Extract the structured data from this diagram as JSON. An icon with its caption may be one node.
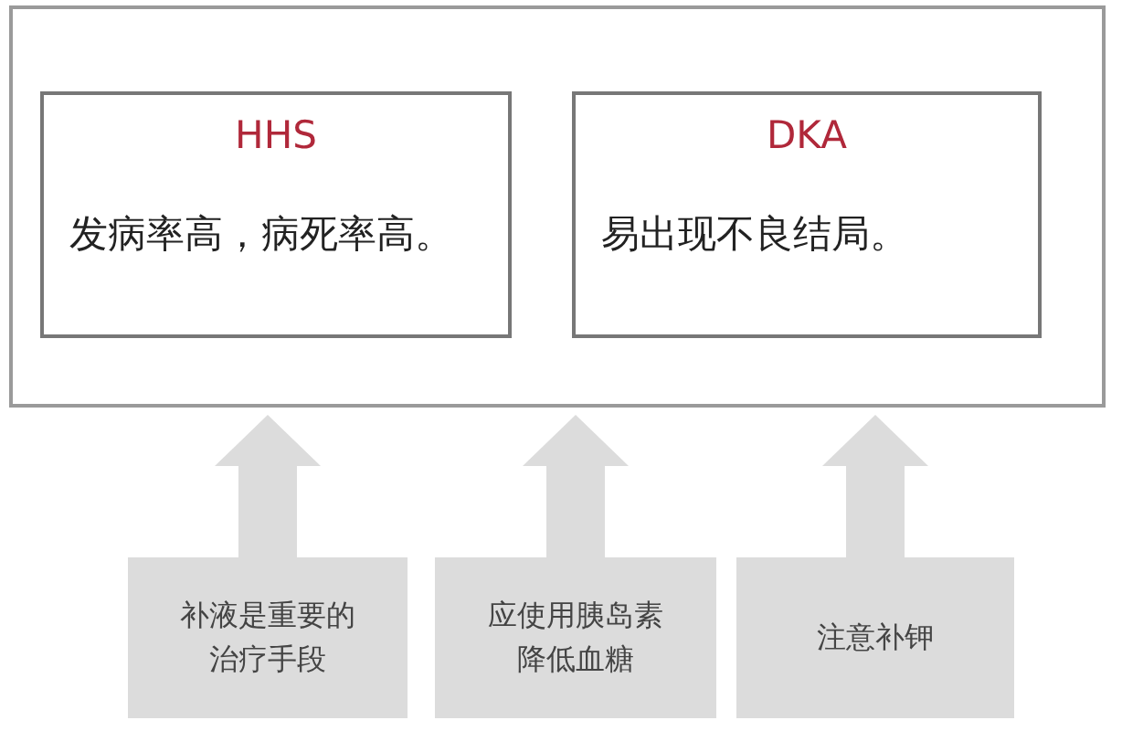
{
  "diagram": {
    "nodes": [
      {
        "text": [],
        "shape": "box"
      },
      {
        "text": [
          "HHS",
          "发病率高，病死率高。"
        ],
        "in": 0
      },
      {
        "text": [
          "DKA",
          "易出现不良结局。"
        ],
        "in": 0
      },
      {
        "text": [
          "补液是重要的治疗手段"
        ]
      },
      {
        "text": [
          "应使用胰岛素降低血糖"
        ]
      },
      {
        "text": [
          "注意补钾"
        ]
      }
    ],
    "edges": [
      {
        "from": 3,
        "to": 0,
        "arrow": "to"
      },
      {
        "from": 4,
        "to": 0,
        "arrow": "to"
      },
      {
        "from": 5,
        "to": 0,
        "arrow": "to"
      }
    ]
  }
}
